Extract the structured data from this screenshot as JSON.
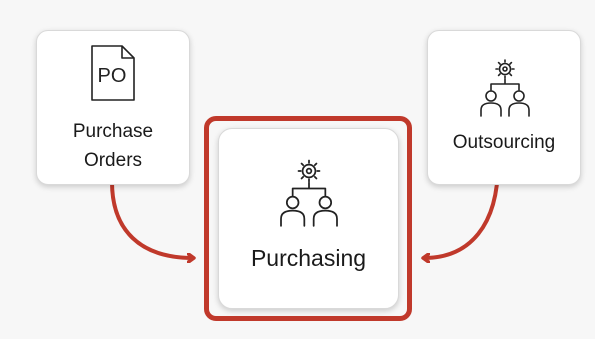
{
  "cards": {
    "purchase_orders": {
      "line1": "Purchase",
      "line2": "Orders",
      "icon": "po-document-icon"
    },
    "purchasing": {
      "label": "Purchasing",
      "icon": "org-structure-icon"
    },
    "outsourcing": {
      "label": "Outsourcing",
      "icon": "org-structure-icon"
    }
  },
  "document_icon_text": "PO",
  "colors": {
    "accent": "#c0392b",
    "card_bg": "#ffffff",
    "text": "#1a1a1a"
  }
}
